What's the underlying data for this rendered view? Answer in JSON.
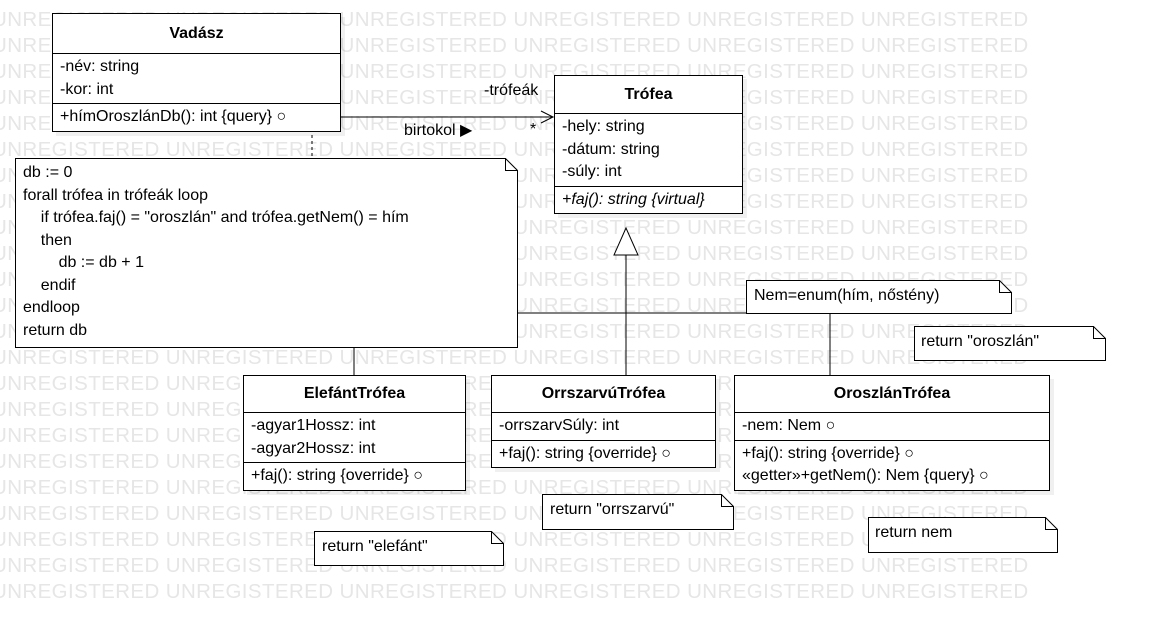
{
  "watermark_text": "UNREGISTERED UNREGISTERED UNREGISTERED UNREGISTERED UNREGISTERED UNREGISTERED",
  "classes": {
    "vadasz": {
      "name": "Vadász",
      "attributes": [
        "-név: string",
        "-kor: int"
      ],
      "operations": [
        "+hímOroszlánDb(): int {query} ○"
      ]
    },
    "trofea": {
      "name": "Trófea",
      "attributes": [
        "-hely: string",
        "-dátum: string",
        "-súly: int"
      ],
      "operations": [
        "+faj(): string {virtual}"
      ]
    },
    "elefant": {
      "name": "ElefántTrófea",
      "attributes": [
        "-agyar1Hossz: int",
        "-agyar2Hossz: int"
      ],
      "operations": [
        "+faj(): string {override} ○"
      ]
    },
    "orrszarvu": {
      "name": "OrrszarvúTrófea",
      "attributes": [
        "-orrszarvSúly: int"
      ],
      "operations": [
        "+faj(): string {override} ○"
      ]
    },
    "oroszlan": {
      "name": "OroszlánTrófea",
      "attributes": [
        "-nem: Nem ○"
      ],
      "operations": [
        "+faj(): string {override} ○",
        "«getter»+getNem(): Nem {query} ○"
      ]
    }
  },
  "association": {
    "role_label": "-trófeák",
    "name_label": "birtokol ▶",
    "multiplicity": "*"
  },
  "notes": {
    "algorithm": [
      "db := 0",
      "forall trófea in trófeák loop",
      "    if trófea.faj() = \"oroszlán\" and trófea.getNem() = hím",
      "    then",
      "        db := db + 1",
      "    endif",
      "endloop",
      "return db"
    ],
    "enum": "Nem=enum(hím, nőstény)",
    "return_oroszlan": "return \"oroszlán\"",
    "return_orrszarvu": "return \"orrszarvú\"",
    "return_elefant": "return \"elefánt\"",
    "return_nem": "return nem"
  }
}
